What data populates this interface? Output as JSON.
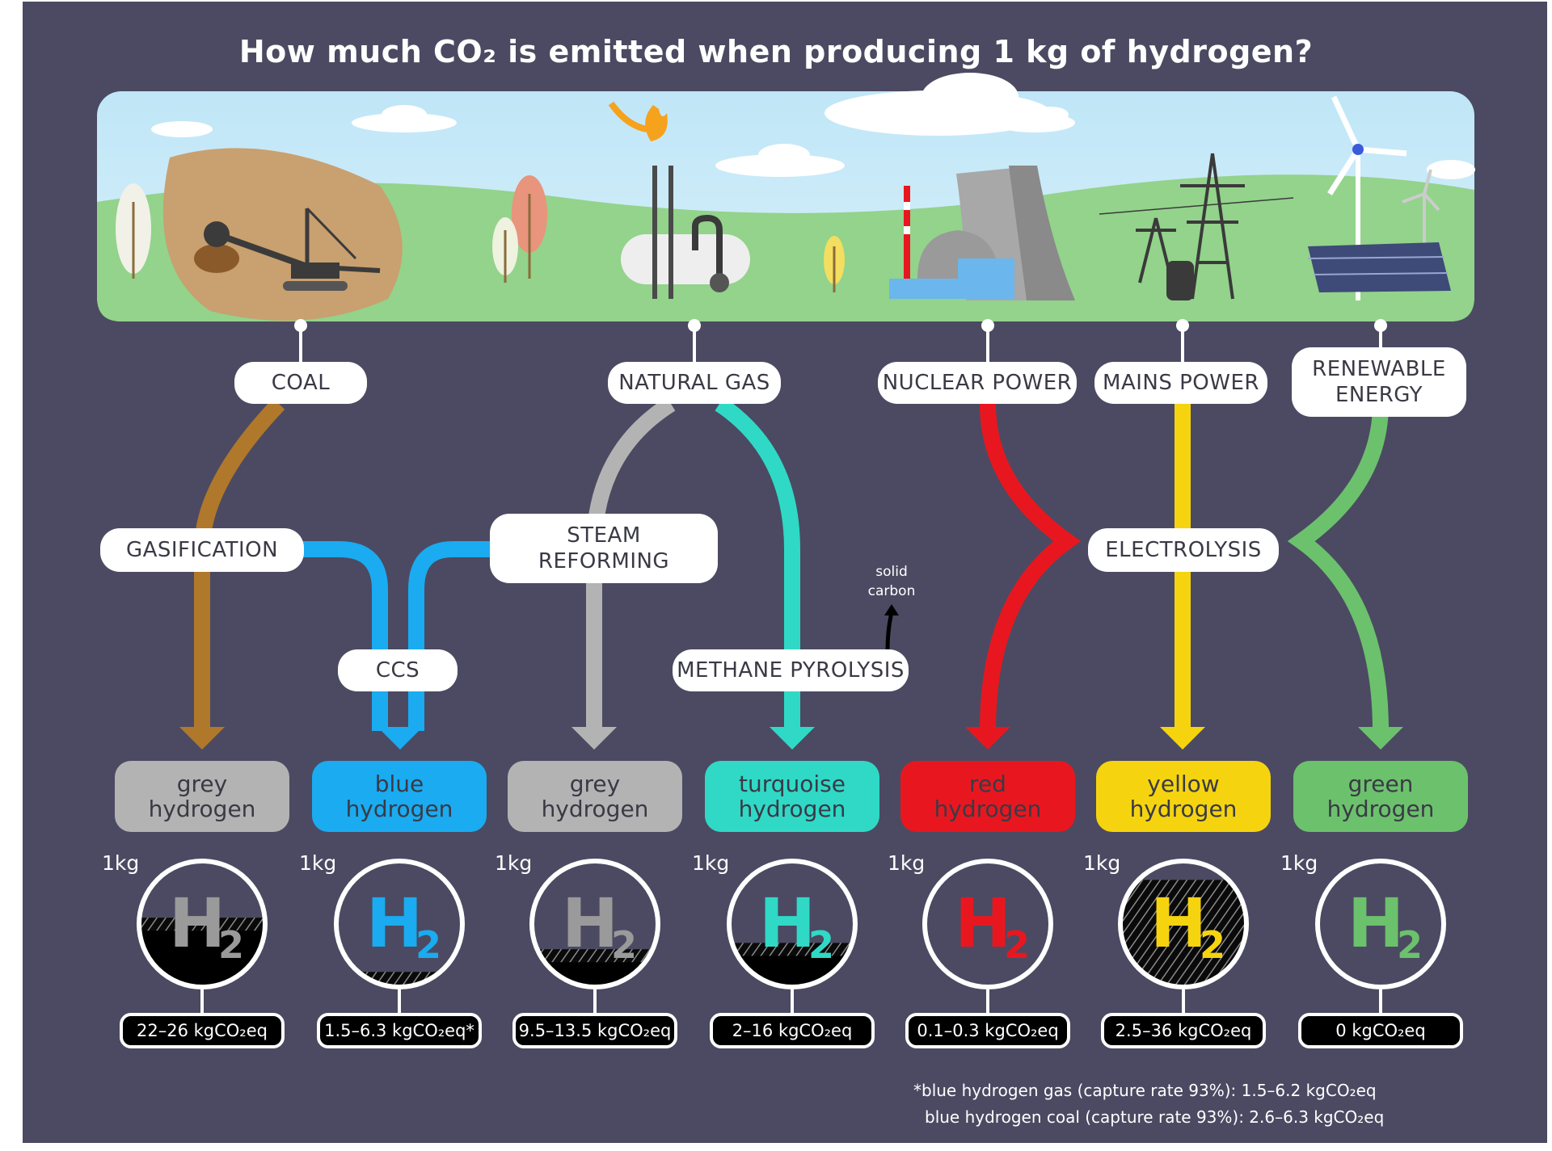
{
  "title": "How much CO₂ is emitted when producing 1 kg of hydrogen?",
  "sources": [
    {
      "id": "coal",
      "label": "COAL"
    },
    {
      "id": "natural_gas",
      "label": "NATURAL GAS"
    },
    {
      "id": "nuclear",
      "label": "NUCLEAR POWER"
    },
    {
      "id": "mains",
      "label": "MAINS POWER"
    },
    {
      "id": "renewable",
      "label": "RENEWABLE ENERGY",
      "lines": [
        "RENEWABLE",
        "ENERGY"
      ]
    }
  ],
  "processes": {
    "gasification": "GASIFICATION",
    "steam_reforming_1": "STEAM",
    "steam_reforming_2": "REFORMING",
    "ccs": "CCS",
    "methane_pyrolysis": "METHANE PYROLYSIS",
    "electrolysis": "ELECTROLYSIS",
    "solid_carbon_1": "solid",
    "solid_carbon_2": "carbon"
  },
  "results": [
    {
      "line1": "grey",
      "line2": "hydrogen",
      "color": "#b3b3b3",
      "text_color": "#3a3a46",
      "h2_color": "#9a9a9a",
      "mass_label": "1kg",
      "co2_fill": 0.55,
      "emissions": "22–26 kgCO₂eq"
    },
    {
      "line1": "blue",
      "line2": "hydrogen",
      "color": "#1aabf0",
      "text_color": "#3a3a46",
      "h2_color": "#1aabf0",
      "mass_label": "1kg",
      "co2_fill": 0.12,
      "emissions": "1.5–6.3 kgCO₂eq*"
    },
    {
      "line1": "grey",
      "line2": "hydrogen",
      "color": "#b3b3b3",
      "text_color": "#3a3a46",
      "h2_color": "#9a9a9a",
      "mass_label": "1kg",
      "co2_fill": 0.3,
      "emissions": "9.5–13.5 kgCO₂eq"
    },
    {
      "line1": "turquoise",
      "line2": "hydrogen",
      "color": "#2fd9c6",
      "text_color": "#3a3a46",
      "h2_color": "#2fd9c6",
      "mass_label": "1kg",
      "co2_fill": 0.35,
      "emissions": "2–16 kgCO₂eq"
    },
    {
      "line1": "red",
      "line2": "hydrogen",
      "color": "#e8171f",
      "text_color": "#3a3a46",
      "h2_color": "#e8171f",
      "mass_label": "1kg",
      "co2_fill": 0.0,
      "emissions": "0.1–0.3 kgCO₂eq"
    },
    {
      "line1": "yellow",
      "line2": "hydrogen",
      "color": "#f5d40f",
      "text_color": "#3a3a46",
      "h2_color": "#f5d40f",
      "mass_label": "1kg",
      "co2_fill": 0.85,
      "emissions": "2.5–36 kgCO₂eq"
    },
    {
      "line1": "green",
      "line2": "hydrogen",
      "color": "#6cc16d",
      "text_color": "#3a3a46",
      "h2_color": "#6cc16d",
      "mass_label": "1kg",
      "co2_fill": 0.0,
      "emissions": "0 kgCO₂eq"
    }
  ],
  "h2_label": {
    "h": "H",
    "sub": "2"
  },
  "footnote": [
    "*blue hydrogen gas (capture rate 93%): 1.5–6.2 kgCO₂eq",
    "blue hydrogen coal (capture rate 93%): 2.6–6.3 kgCO₂eq"
  ],
  "colors": {
    "background": "#4b4a62",
    "coal": "#b0782a",
    "blue": "#1aabf0",
    "grey": "#b3b3b3",
    "turquoise": "#2fd9c6",
    "red": "#e8171f",
    "yellow": "#f5d40f",
    "green": "#6cc16d"
  }
}
